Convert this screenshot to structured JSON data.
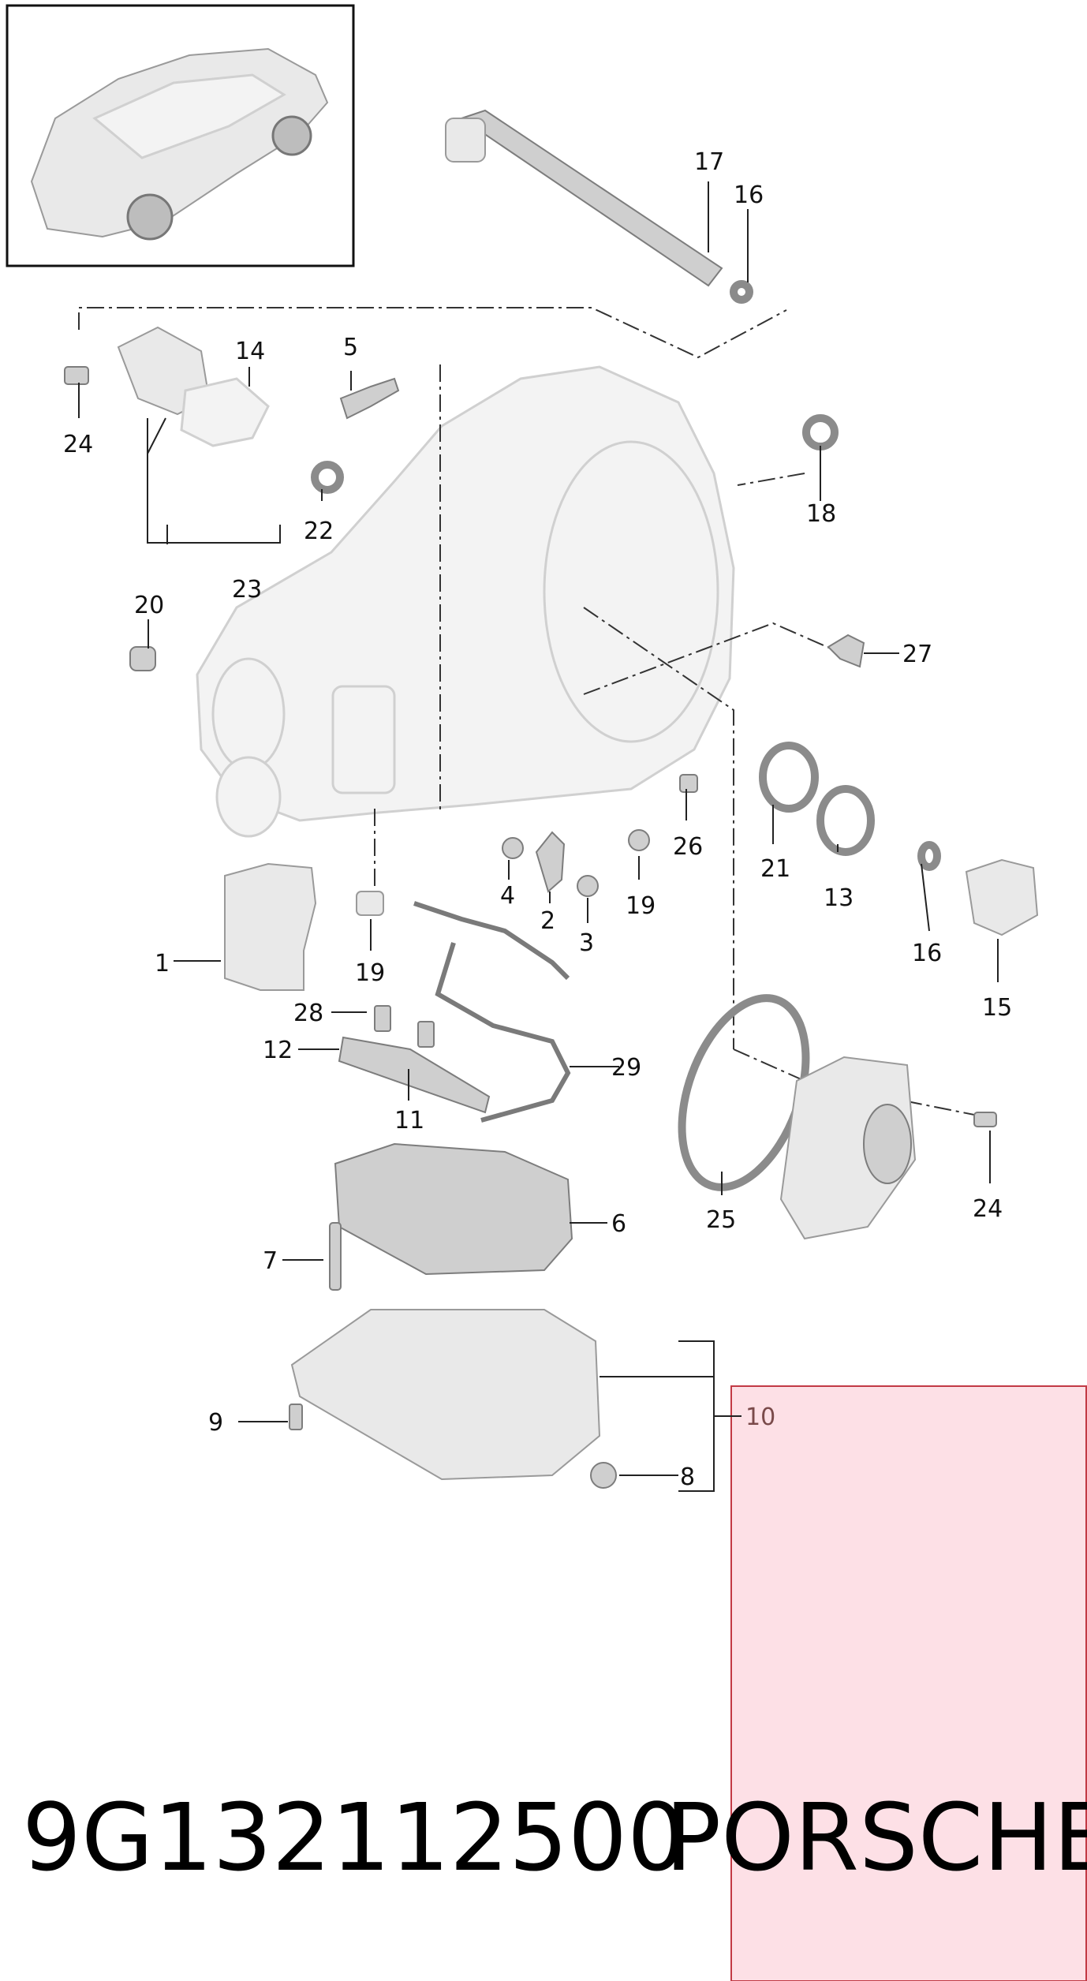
{
  "footer": {
    "part_number": "9G132112500",
    "brand": "PORSCHE"
  },
  "colors": {
    "highlight_fill": "#fde0e6",
    "highlight_border": "#c23a45",
    "label_highlight": "#7a4a4a"
  },
  "callouts": [
    {
      "id": "1",
      "label": "1"
    },
    {
      "id": "2",
      "label": "2"
    },
    {
      "id": "3",
      "label": "3"
    },
    {
      "id": "4",
      "label": "4"
    },
    {
      "id": "5",
      "label": "5"
    },
    {
      "id": "6",
      "label": "6"
    },
    {
      "id": "7",
      "label": "7"
    },
    {
      "id": "8",
      "label": "8"
    },
    {
      "id": "9",
      "label": "9"
    },
    {
      "id": "10",
      "label": "10"
    },
    {
      "id": "11",
      "label": "11"
    },
    {
      "id": "12",
      "label": "12"
    },
    {
      "id": "13",
      "label": "13"
    },
    {
      "id": "14",
      "label": "14"
    },
    {
      "id": "15",
      "label": "15"
    },
    {
      "id": "16a",
      "label": "16"
    },
    {
      "id": "16b",
      "label": "16"
    },
    {
      "id": "17",
      "label": "17"
    },
    {
      "id": "18",
      "label": "18"
    },
    {
      "id": "19a",
      "label": "19"
    },
    {
      "id": "19b",
      "label": "19"
    },
    {
      "id": "20",
      "label": "20"
    },
    {
      "id": "21",
      "label": "21"
    },
    {
      "id": "22",
      "label": "22"
    },
    {
      "id": "23",
      "label": "23"
    },
    {
      "id": "24a",
      "label": "24"
    },
    {
      "id": "24b",
      "label": "24"
    },
    {
      "id": "25",
      "label": "25"
    },
    {
      "id": "26",
      "label": "26"
    },
    {
      "id": "27",
      "label": "27"
    },
    {
      "id": "28",
      "label": "28"
    },
    {
      "id": "29",
      "label": "29"
    }
  ]
}
